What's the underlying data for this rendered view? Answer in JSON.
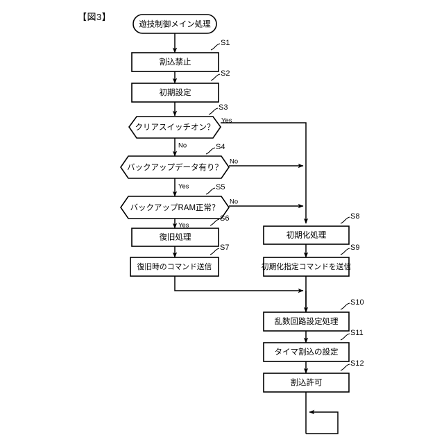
{
  "figure": {
    "label": "【図3】"
  },
  "diagram": {
    "type": "flowchart",
    "title": "遊技制御メイン処理",
    "nodes": [
      {
        "id": "start",
        "shape": "terminator",
        "text": "遊技制御メイン処理",
        "step": ""
      },
      {
        "id": "s1",
        "shape": "process",
        "text": "割込禁止",
        "step": "S1"
      },
      {
        "id": "s2",
        "shape": "process",
        "text": "初期設定",
        "step": "S2"
      },
      {
        "id": "s3",
        "shape": "decision",
        "text": "クリアスイッチオン？",
        "step": "S3"
      },
      {
        "id": "s4",
        "shape": "decision",
        "text": "バックアップデータ有り？",
        "step": "S4"
      },
      {
        "id": "s5",
        "shape": "decision",
        "text": "バックアップRAM正常？",
        "step": "S5"
      },
      {
        "id": "s6",
        "shape": "process",
        "text": "復旧処理",
        "step": "S6"
      },
      {
        "id": "s7",
        "shape": "process",
        "text": "復旧時のコマンド送信",
        "step": "S7"
      },
      {
        "id": "s8",
        "shape": "process",
        "text": "初期化処理",
        "step": "S8"
      },
      {
        "id": "s9",
        "shape": "process",
        "text": "初期化指定コマンドを送信",
        "step": "S9"
      },
      {
        "id": "s10",
        "shape": "process",
        "text": "乱数回路設定処理",
        "step": "S10"
      },
      {
        "id": "s11",
        "shape": "process",
        "text": "タイマ割込の設定",
        "step": "S11"
      },
      {
        "id": "s12",
        "shape": "process",
        "text": "割込許可",
        "step": "S12"
      }
    ],
    "branch_labels": {
      "s3_yes": "Yes",
      "s3_no": "No",
      "s4_no": "No",
      "s4_yes": "Yes",
      "s5_no": "No",
      "s5_yes": "Yes"
    },
    "colors": {
      "stroke": "#000000",
      "fill": "#ffffff",
      "background": "#ffffff"
    }
  }
}
